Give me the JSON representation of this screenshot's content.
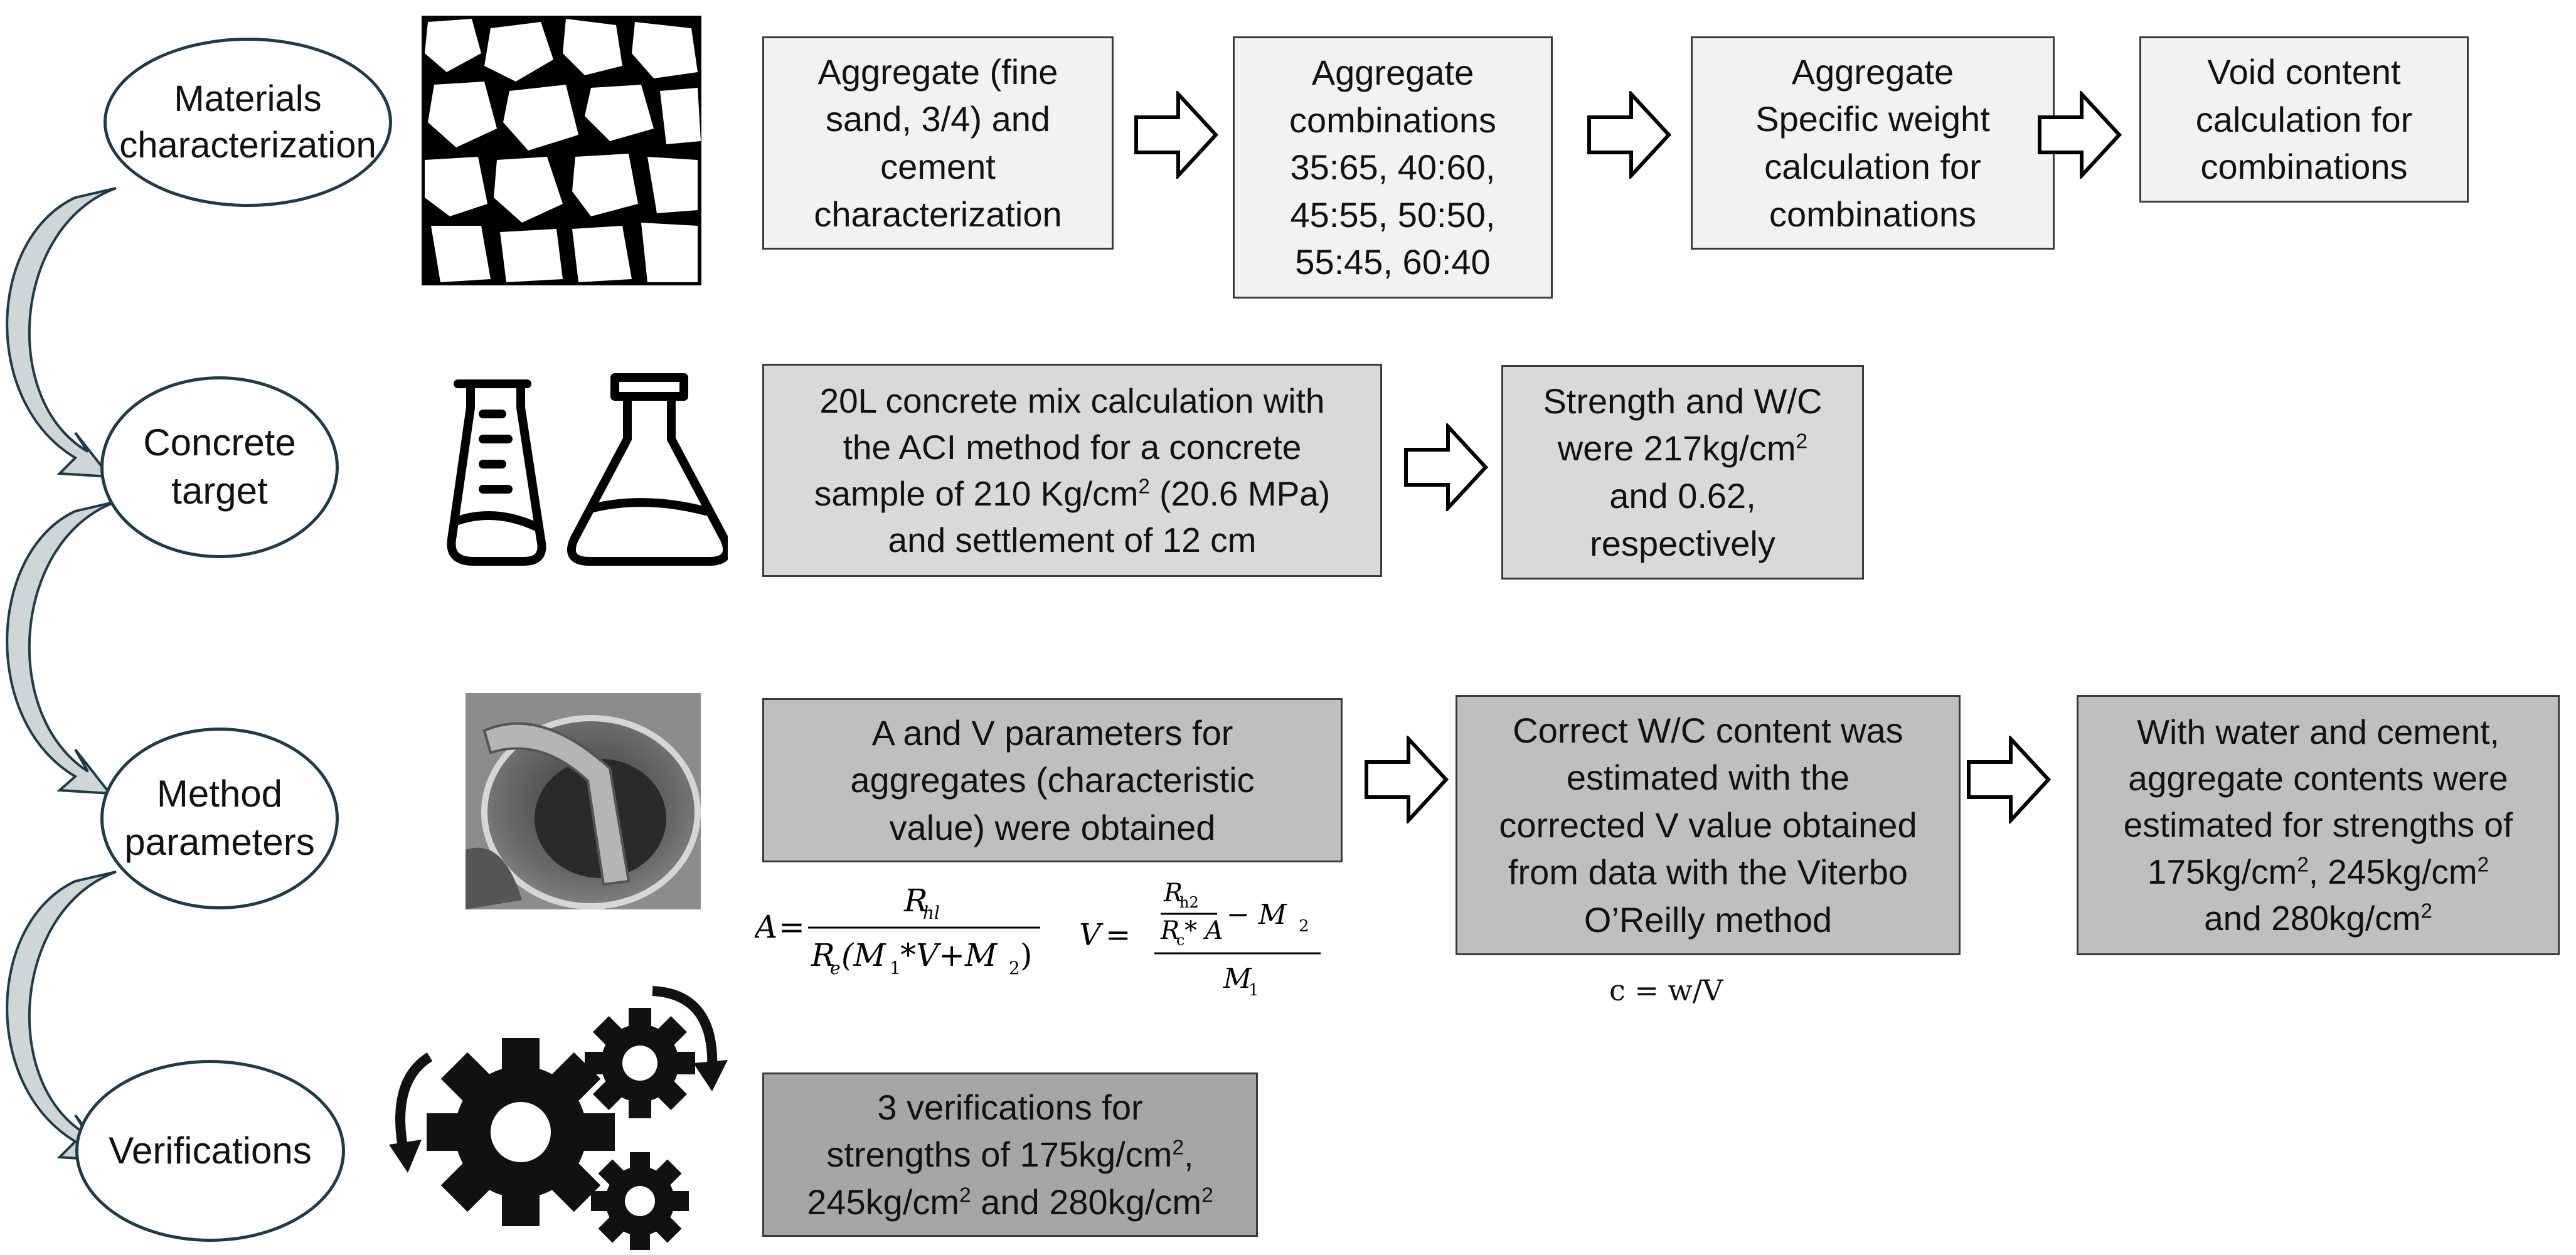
{
  "stages": [
    {
      "label": "Materials\ncharacterization"
    },
    {
      "label": "Concrete\ntarget"
    },
    {
      "label": "Method\nparameters"
    },
    {
      "label": "Verifications"
    }
  ],
  "row1": {
    "box1": "Aggregate (fine\nsand, 3/4) and\ncement\ncharacterization",
    "box2": "Aggregate\ncombinations\n35:65, 40:60,\n45:55, 50:50,\n55:45, 60:40",
    "box3": "Aggregate\nSpecific weight\ncalculation for\ncombinations",
    "box4": "Void content\ncalculation for\ncombinations"
  },
  "row2": {
    "box1_line1": "20L concrete mix calculation with",
    "box1_line2": "the ACI method for a concrete",
    "box1_line3_pre": "sample of 210 Kg/cm",
    "box1_line3_post": " (20.6 MPa)",
    "box1_line4": "and settlement of 12 cm",
    "box2_line1": "Strength and W/C",
    "box2_line2": "were 217kg/cm",
    "box2_line3": "and 0.62,",
    "box2_line4": "respectively"
  },
  "row3": {
    "box1": "A and V parameters for\naggregates (characteristic\nvalue) were obtained",
    "box2": "Correct W/C content was\nestimated with the\ncorrected V value obtained\nfrom data with the Viterbo\nO’Reilly method",
    "box3_line1": "With water and cement,",
    "box3_line2": "aggregate contents were",
    "box3_line3": "estimated for strengths of",
    "box3_line4a": "175kg/cm",
    "box3_line4b": ", 245kg/cm",
    "box3_line5a": "and  280kg/cm",
    "formula_A_lhs": "A",
    "formula_A_num": "R",
    "formula_A_num_sub": "hl",
    "formula_A_den": "R",
    "formula_A_den_sub": "e",
    "formula_A_den_rest": "(M",
    "formula_A_den_rest2": "*V+M",
    "formula_A_den_rest3": ")",
    "formula_V_lhs": "V",
    "formula_V_num_sub": "h2",
    "formula_V_den_sub": "c",
    "formula_V_den_rest": " * A",
    "formula_V_minus": "− M",
    "formula_V_bottom": "M",
    "formula_c": "c = w/V"
  },
  "row4": {
    "box1_line1": "3 verifications for",
    "box1_line2a": "strengths of 175kg/cm",
    "box1_line2b": ",",
    "box1_line3a": "245kg/cm",
    "box1_line3b": " and 280kg/cm"
  },
  "common": {
    "sup2": "2",
    "sub1": "1",
    "sub2": "2"
  },
  "colors": {
    "ellipse_border": "#1f3b48",
    "curved_arrow": "#cfd6d8",
    "box_border": "#3a3a3a"
  },
  "icons": [
    "gravel-image",
    "beaker-flask-icon",
    "concrete-mixer-image",
    "gears-icon"
  ]
}
